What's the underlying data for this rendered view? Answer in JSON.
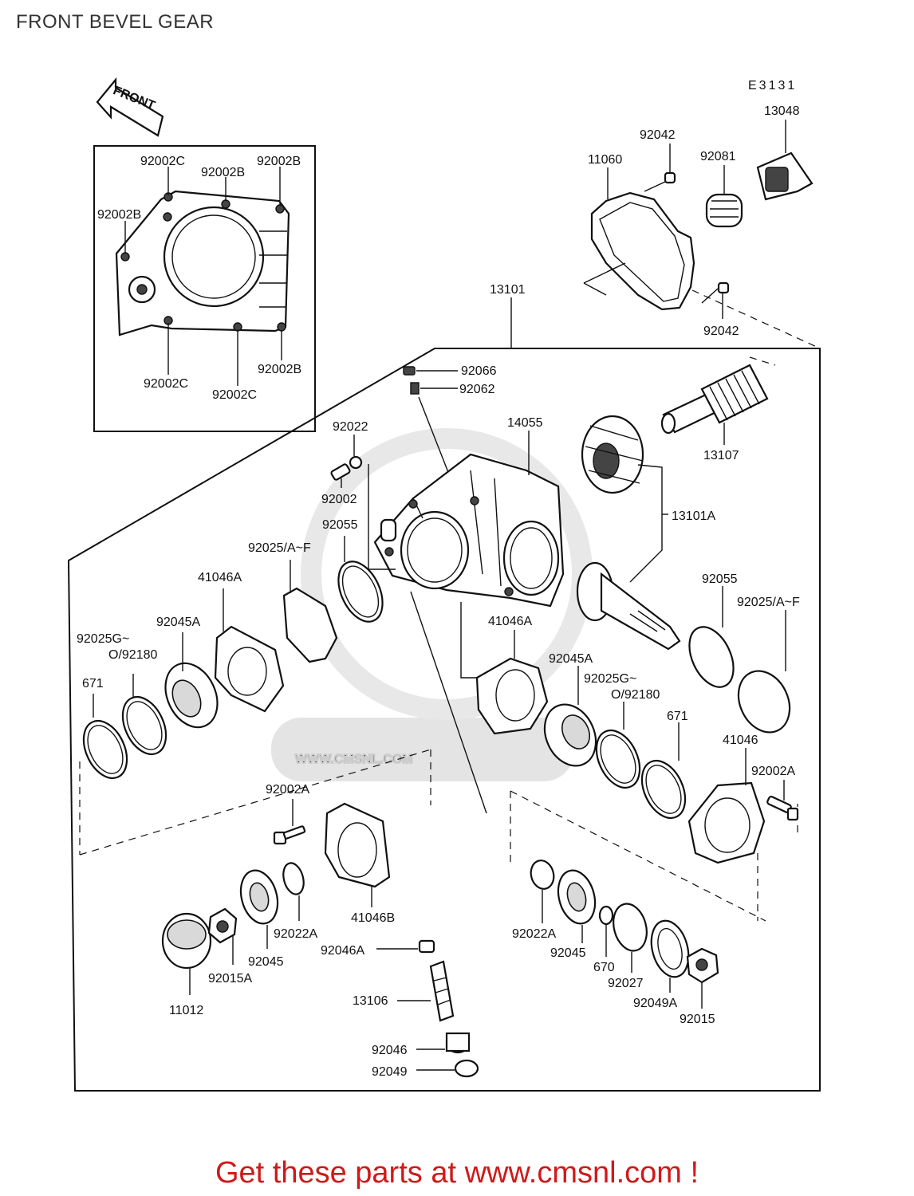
{
  "title": "FRONT BEVEL GEAR",
  "diagram_code": "E3131",
  "front_arrow_label": "FRONT",
  "watermark": "WWW.CMSNL.COM",
  "footer_cta": "Get these parts at www.cmsnl.com !",
  "labels": {
    "p_92002C_a": "92002C",
    "p_92002B_a": "92002B",
    "p_92002B_b": "92002B",
    "p_92002B_c": "92002B",
    "p_92002C_b": "92002C",
    "p_92002C_c": "92002C",
    "p_92002B_d": "92002B",
    "p_13048": "13048",
    "p_92042_a": "92042",
    "p_11060": "11060",
    "p_92081": "92081",
    "p_92042_b": "92042",
    "p_13101": "13101",
    "p_92066": "92066",
    "p_92062": "92062",
    "p_14055": "14055",
    "p_92022": "92022",
    "p_13107": "13107",
    "p_92002": "92002",
    "p_13101A": "13101A",
    "p_92055_a": "92055",
    "p_92025AF_a": "92025/A~F",
    "p_41046A_a": "41046A",
    "p_92055_b": "92055",
    "p_92045A_a": "92045A",
    "p_92025AF_b": "92025/A~F",
    "p_92025G_a1": "92025G~",
    "p_92025G_a2": "O/92180",
    "p_671_a": "671",
    "p_41046A_b": "41046A",
    "p_92045A_b": "92045A",
    "p_92025G_b1": "92025G~",
    "p_92025G_b2": "O/92180",
    "p_671_b": "671",
    "p_41046": "41046",
    "p_92002A_a": "92002A",
    "p_92002A_b": "92002A",
    "p_41046B": "41046B",
    "p_92022A_a": "92022A",
    "p_92022A_b": "92022A",
    "p_92045_a": "92045",
    "p_92045_b": "92045",
    "p_92046A": "92046A",
    "p_92015A": "92015A",
    "p_670": "670",
    "p_92027": "92027",
    "p_11012": "11012",
    "p_13106": "13106",
    "p_92049A": "92049A",
    "p_92015": "92015",
    "p_92046": "92046",
    "p_92049": "92049"
  }
}
